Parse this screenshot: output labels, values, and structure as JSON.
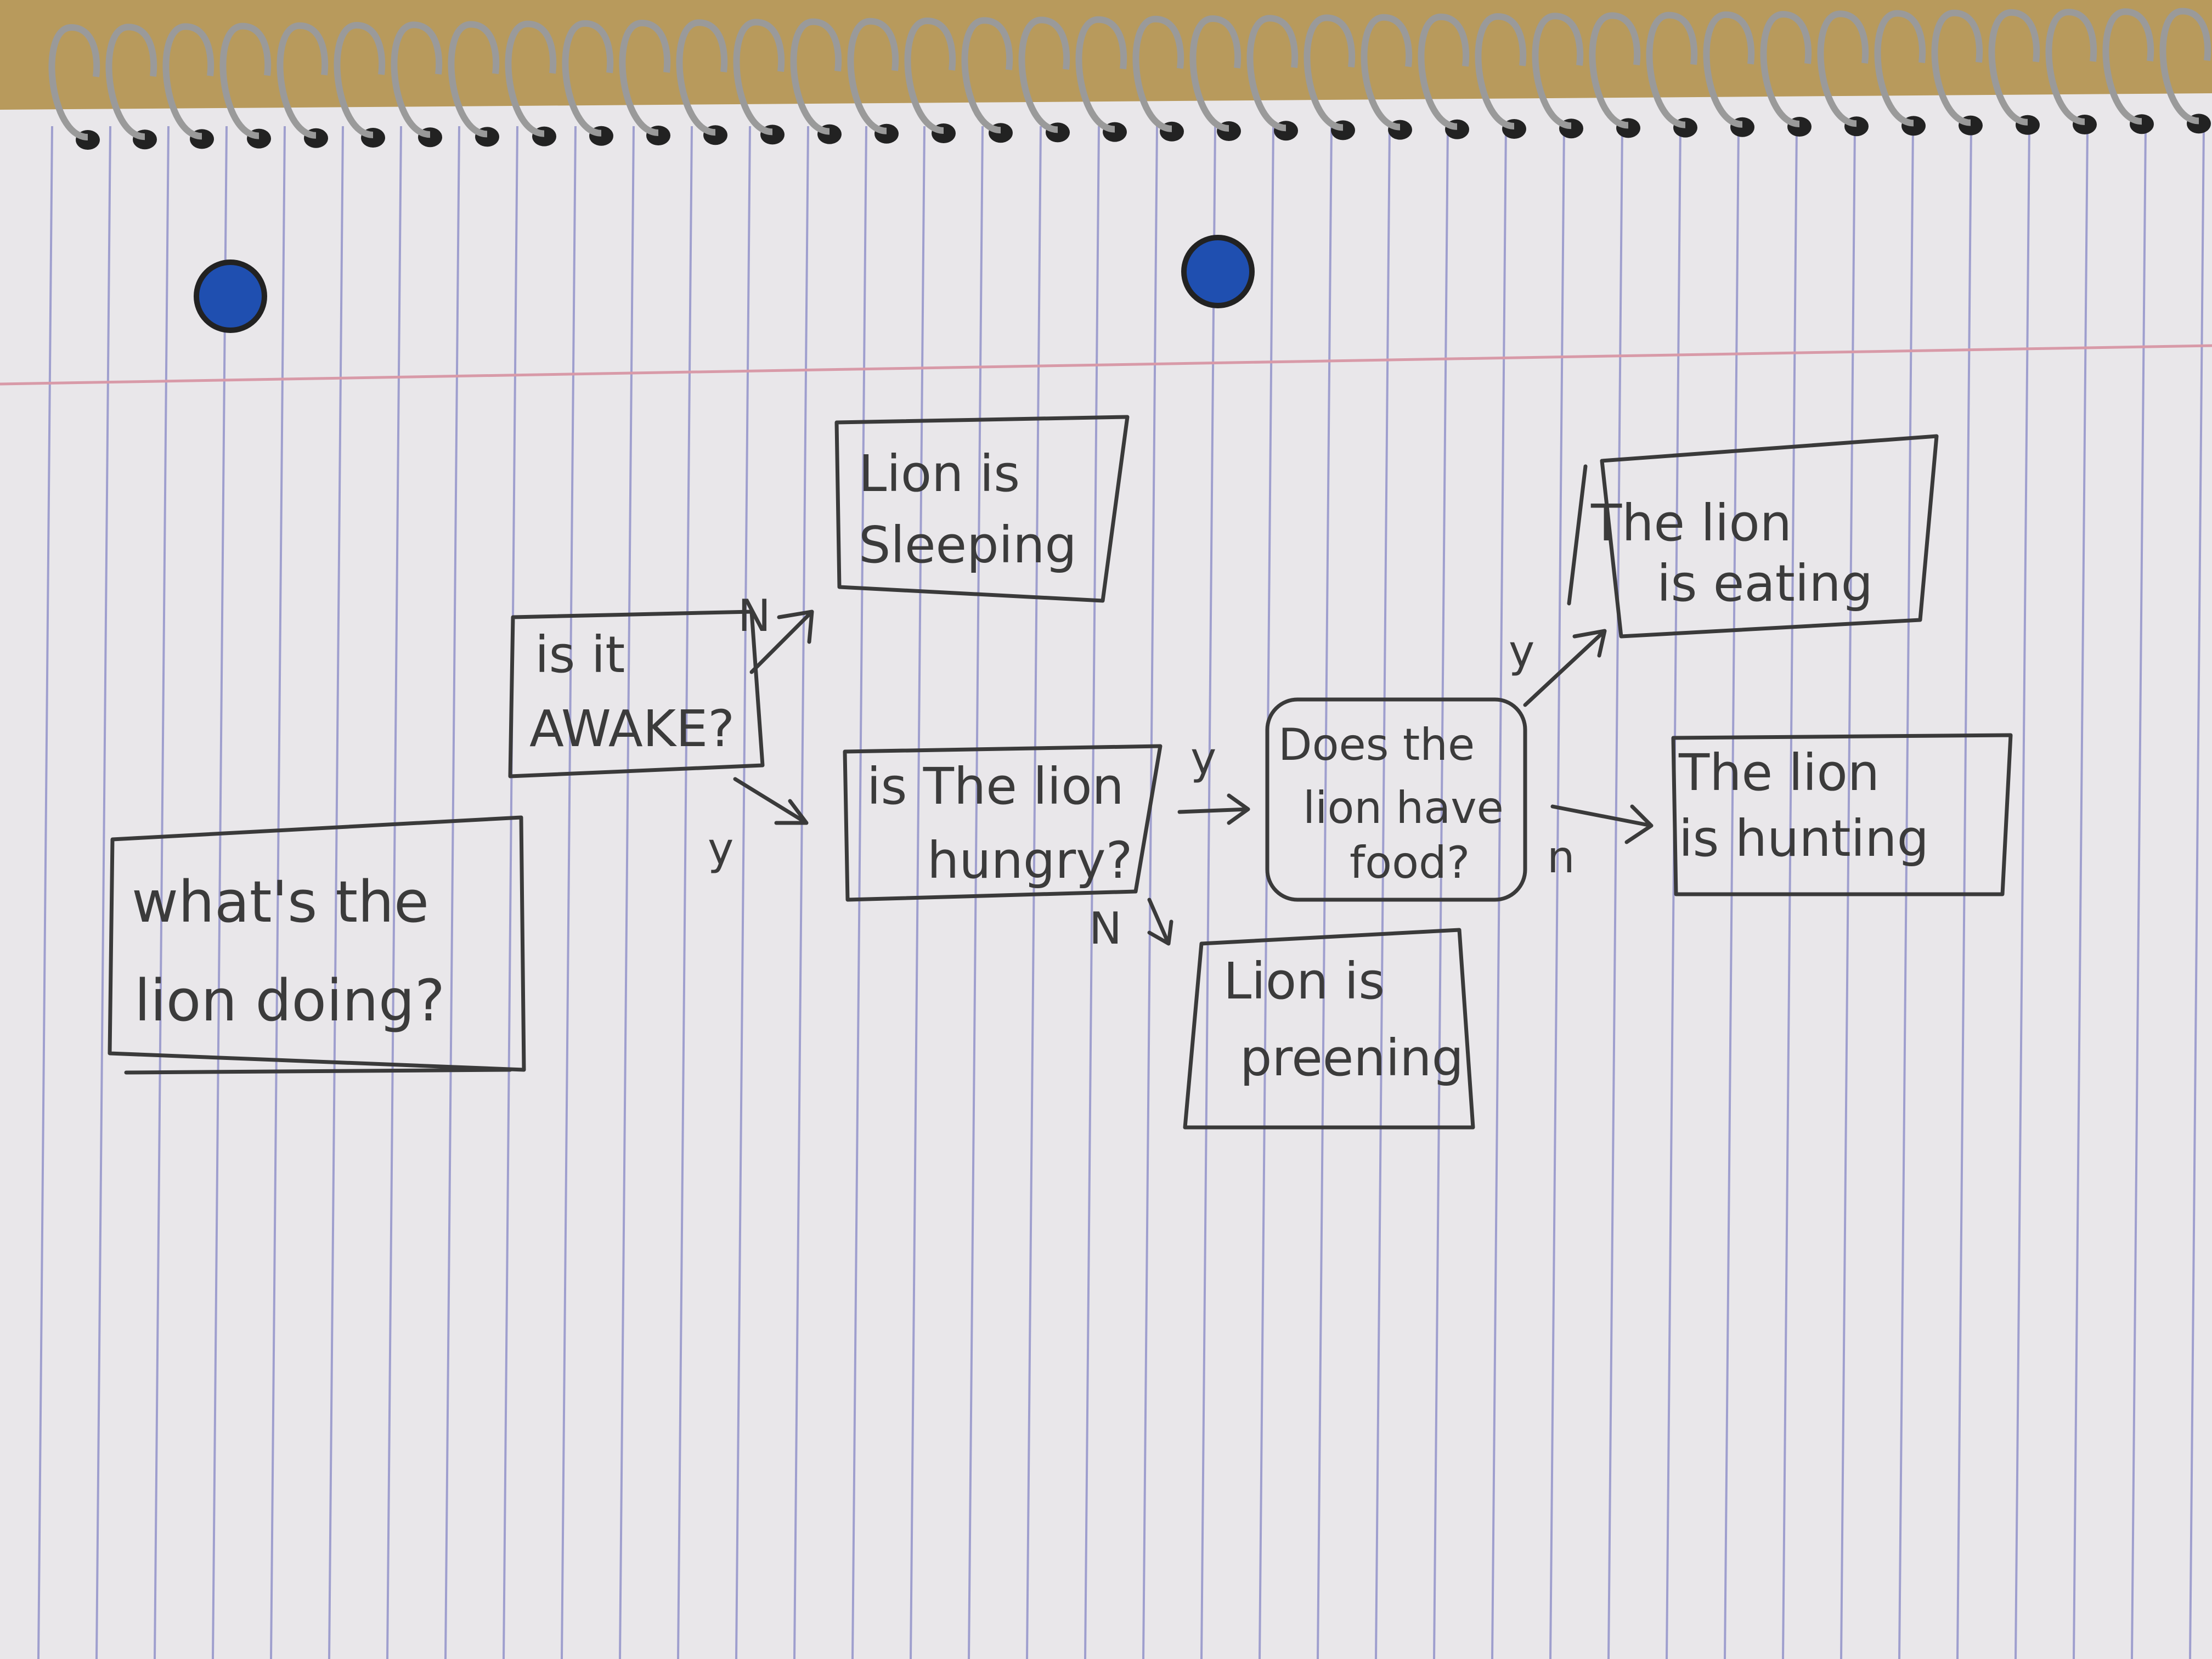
{
  "nodes": {
    "start": {
      "line1": "what's the",
      "line2": "lion doing?"
    },
    "awake": {
      "line1": "is it",
      "line2": "AWAKE?"
    },
    "sleeping": {
      "line1": "Lion is",
      "line2": "Sleeping"
    },
    "hungry": {
      "line1": "is The lion",
      "line2": "hungry?"
    },
    "preening": {
      "line1": "Lion is",
      "line2": "preening"
    },
    "food": {
      "line1": "Does the",
      "line2": "lion have",
      "line3": "food?"
    },
    "eating": {
      "line1": "The lion",
      "line2": "is eating"
    },
    "hunting": {
      "line1": "The lion",
      "line2": "is hunting"
    }
  },
  "edge_labels": {
    "awake_no": "N",
    "awake_yes": "y",
    "hungry_yes": "y",
    "hungry_no": "N",
    "food_yes": "y",
    "food_no": "n"
  },
  "colors": {
    "paper": "#e9e7ea",
    "rule_line": "#9f9fce",
    "margin_line": "#d89aa8",
    "ink": "#3a3a3a",
    "hole_blue": "#1f4fb0",
    "desk": "#8a6d3b"
  }
}
